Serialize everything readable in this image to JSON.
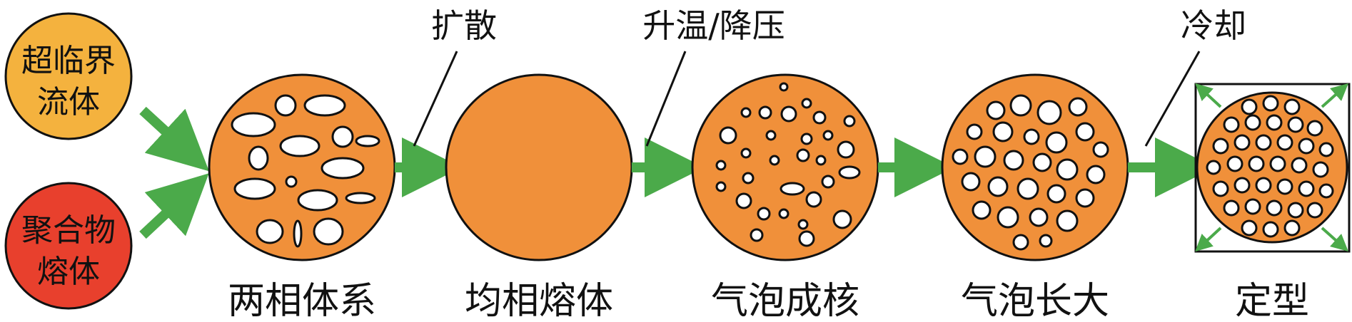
{
  "inputs": [
    {
      "line1": "超临界",
      "line2": "流体",
      "color": "#F4B23E"
    },
    {
      "line1": "聚合物",
      "line2": "熔体",
      "color": "#E8402D"
    }
  ],
  "processes": {
    "diffusion": "扩散",
    "heat_depressurize": "升温/降压",
    "cooling": "冷却"
  },
  "stages": {
    "two_phase": "两相体系",
    "homogeneous_melt": "均相熔体",
    "bubble_nucleation": "气泡成核",
    "bubble_growth": "气泡长大",
    "shaping": "定型"
  },
  "colors": {
    "melt_orange": "#F0903A",
    "arrow_green": "#4BAA4A",
    "outline": "#111111"
  }
}
